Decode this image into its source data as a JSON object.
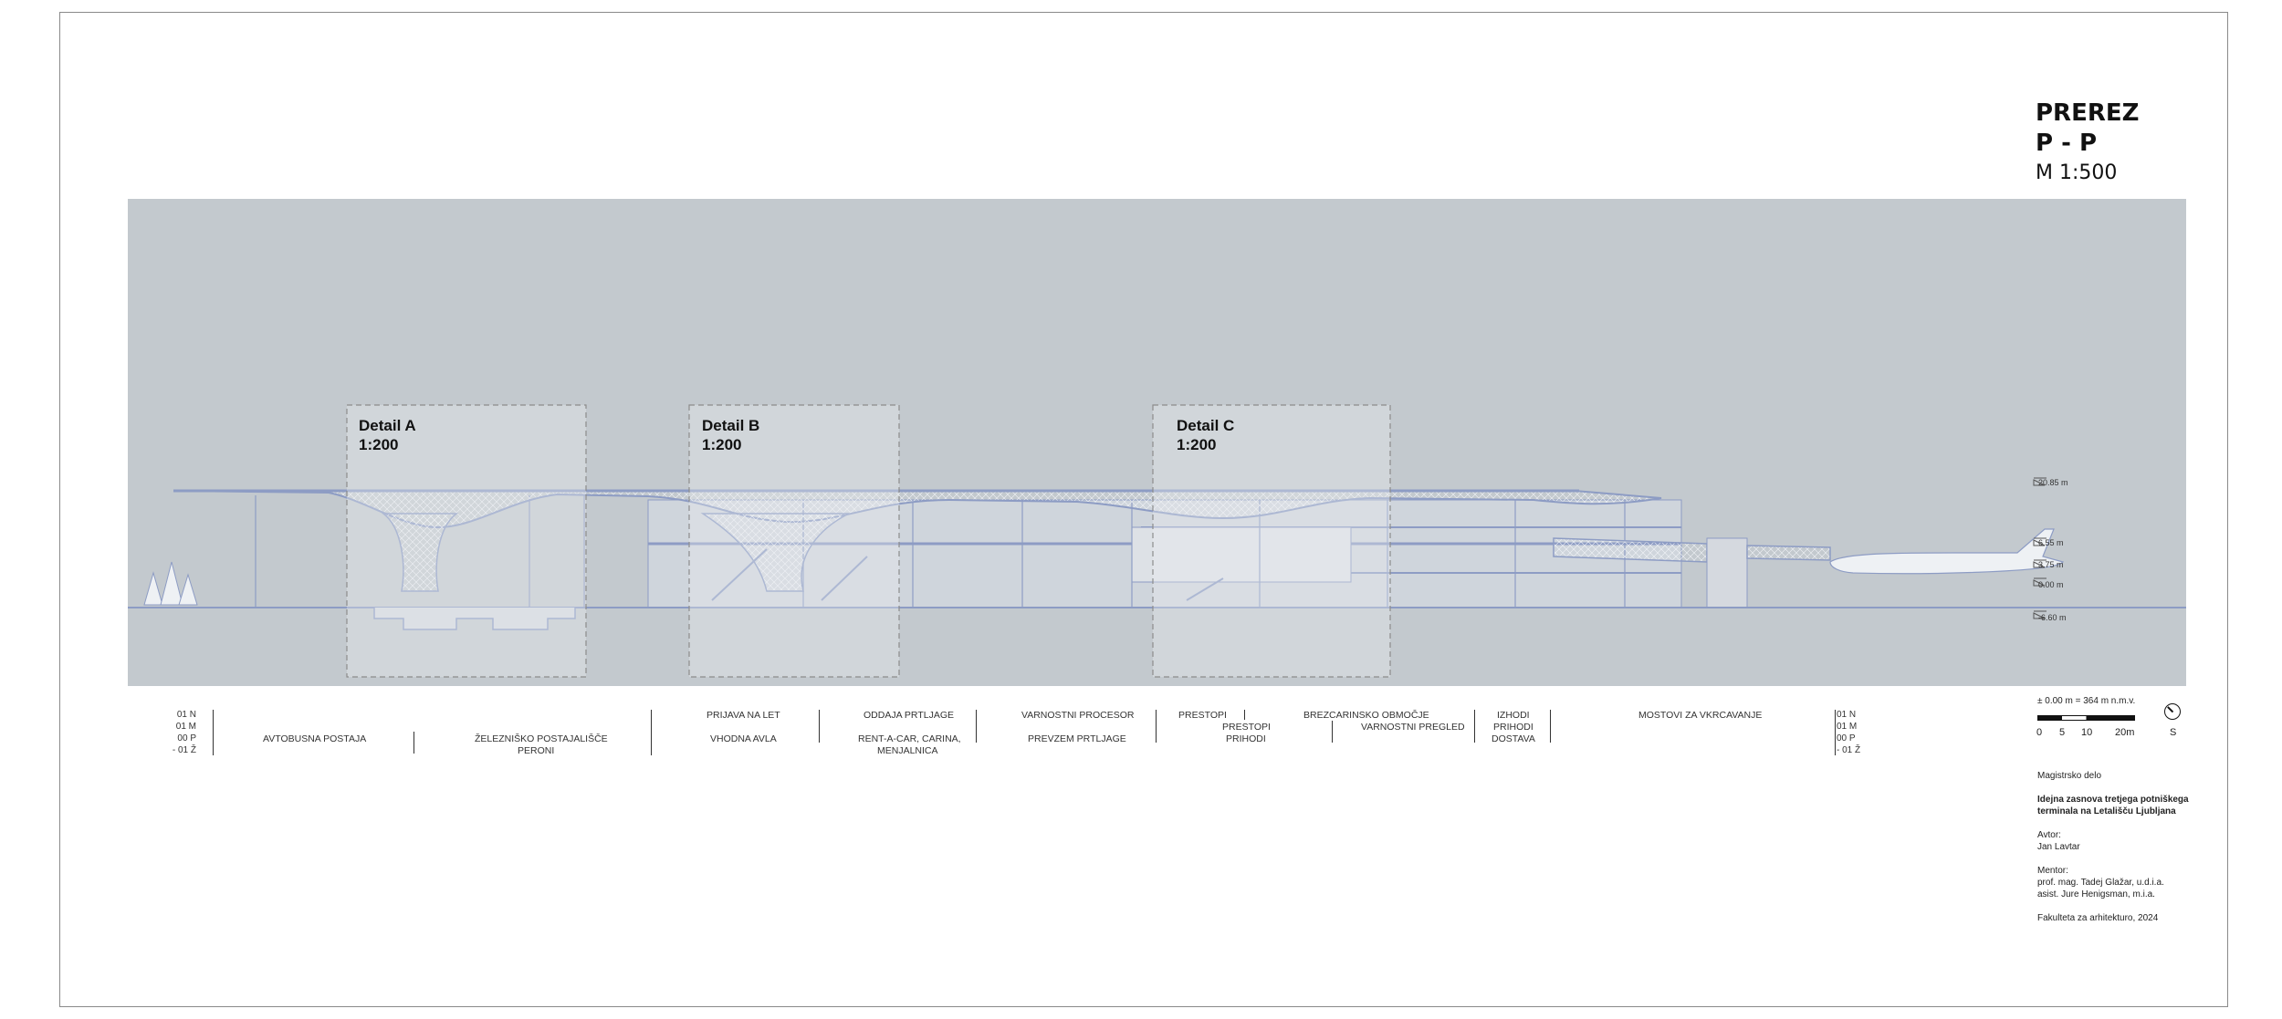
{
  "sheet": {
    "title_line1": "PREREZ",
    "title_line2": "P - P",
    "scale": "M 1:500"
  },
  "details": [
    {
      "name": "Detail A",
      "scale": "1:200"
    },
    {
      "name": "Detail B",
      "scale": "1:200"
    },
    {
      "name": "Detail C",
      "scale": "1:200"
    }
  ],
  "elevations": [
    "20.85 m",
    "6.55 m",
    "3.75 m",
    "0.00 m",
    "-6.60 m"
  ],
  "levels": [
    "01 N",
    "01 M",
    "00 P",
    "- 01 Ž"
  ],
  "functions": {
    "avtobusna": "AVTOBUSNA POSTAJA",
    "zelezniska_1": "ŽELEZNIŠKO POSTAJALIŠČE",
    "zelezniska_2": "PERONI",
    "prijava": "PRIJAVA NA LET",
    "vhodna": "VHODNA AVLA",
    "oddaja": "ODDAJA PRTLJAGE",
    "rentacar_1": "RENT-A-CAR, CARINA,",
    "rentacar_2": "MENJALNICA",
    "varnostni_proces": "VARNOSTNI PROCESOR",
    "prevzem": "PREVZEM PRTLJAGE",
    "prestopi_n": "PRESTOPI",
    "prestopi_m": "PRESTOPI",
    "prihodi_p": "PRIHODI",
    "brezcarinsko": "BREZCARINSKO OBMOČJE",
    "varnostni_pregled": "VARNOSTNI PREGLED",
    "izhodi": "IZHODI",
    "prihodi_m": "PRIHODI",
    "dostava": "DOSTAVA",
    "mostovi": "MOSTOVI ZA VKRCAVANJE"
  },
  "legend": {
    "datum": "± 0.00 m = 364 m n.m.v.",
    "scale_ticks": [
      "0",
      "5",
      "10",
      "20m"
    ],
    "north": "S"
  },
  "credits": {
    "type": "Magistrsko delo",
    "title_1": "Idejna zasnova tretjega potniškega",
    "title_2": "terminala na Letališču Ljubljana",
    "author_label": "Avtor:",
    "author": "Jan Lavtar",
    "mentor_label": "Mentor:",
    "mentor_1": "prof. mag. Tadej Glažar, u.d.i.a.",
    "mentor_2": "asist. Jure Henigsman, m.i.a.",
    "faculty": "Fakulteta za arhitekturo, 2024"
  },
  "colors": {
    "sky": "#c3c9ce",
    "structure": "#8d9cc4",
    "roof": "#e4e8ee",
    "building": "#d5d9df"
  }
}
